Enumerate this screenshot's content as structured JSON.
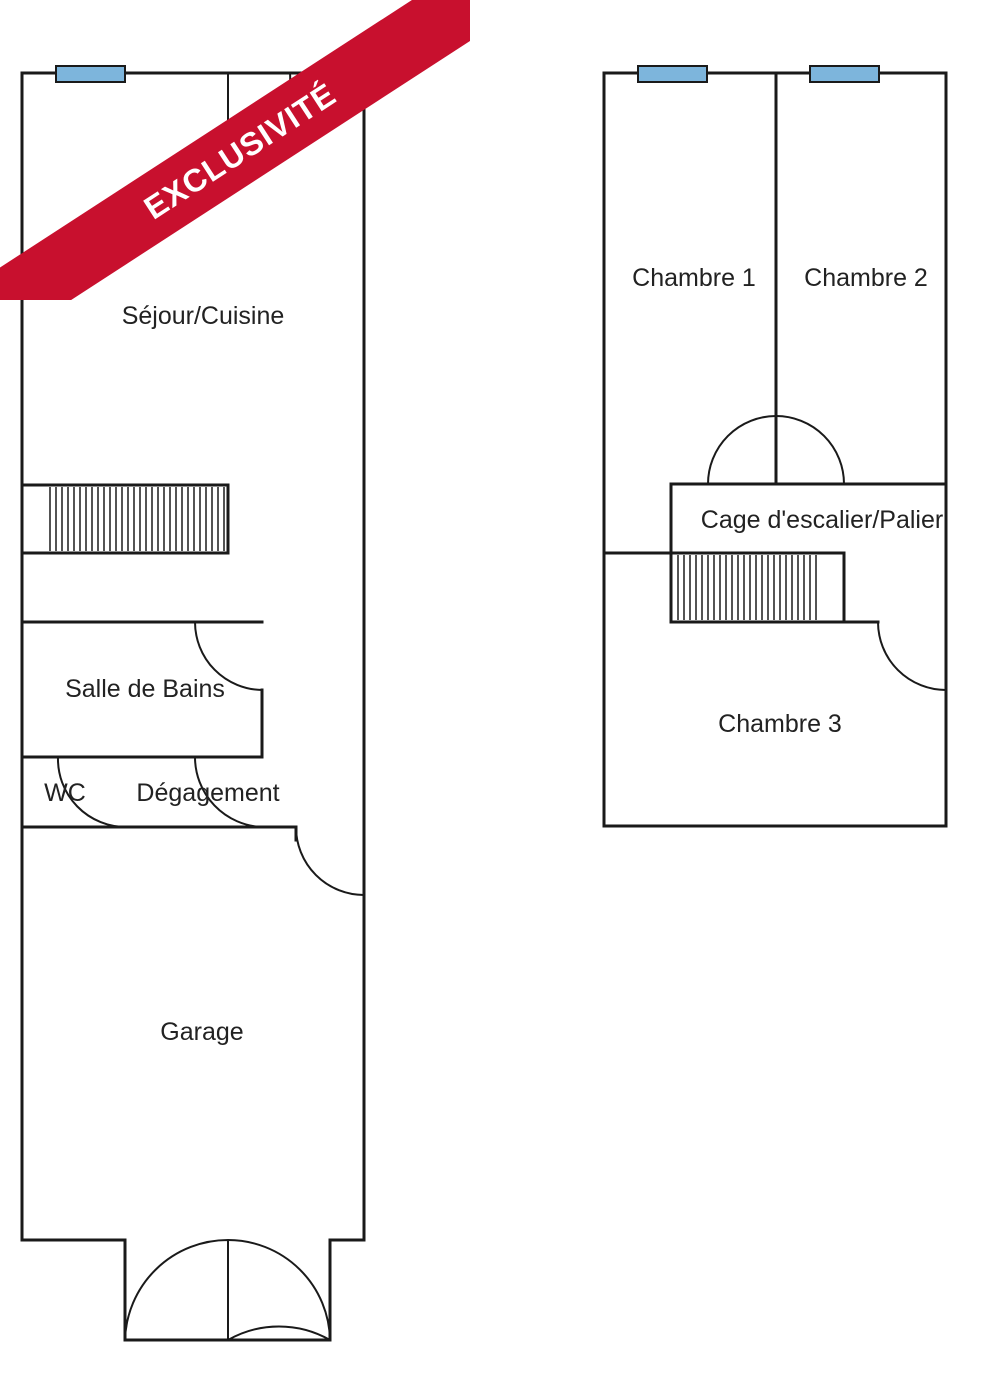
{
  "banner": {
    "text": "EXCLUSIVITÉ",
    "color": "#c8102e"
  },
  "ground_floor": {
    "rooms": {
      "sejour": "Séjour/Cuisine",
      "bains": "Salle de Bains",
      "wc": "WC",
      "degagement": "Dégagement",
      "garage": "Garage"
    }
  },
  "upper_floor": {
    "rooms": {
      "chambre1": "Chambre 1",
      "chambre2": "Chambre 2",
      "palier": "Cage d'escalier/Palier",
      "chambre3": "Chambre 3"
    }
  },
  "colors": {
    "window": "#7db5dc",
    "wall": "#1a1a1a"
  }
}
